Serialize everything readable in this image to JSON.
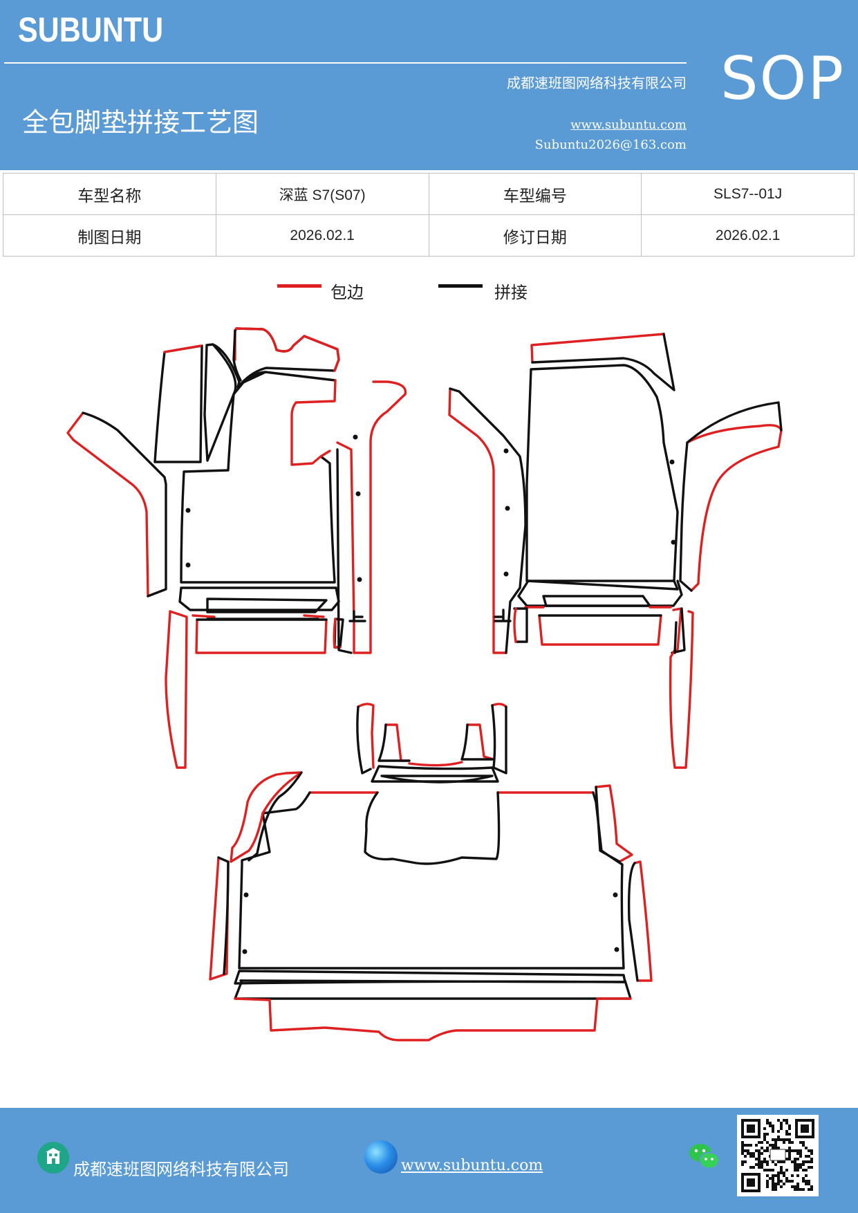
{
  "header": {
    "brand": "SUBUNTU",
    "company": "成都速班图网络科技有限公司",
    "website": "www.subuntu.com",
    "email": "Subuntu2026@163.com",
    "title": "全包脚垫拼接工艺图",
    "sop": "SOP"
  },
  "info": {
    "model_name_label": "车型名称",
    "model_name_value": "深蓝 S7(S07)",
    "model_code_label": "车型编号",
    "model_code_value": "SLS7--01J",
    "draw_date_label": "制图日期",
    "draw_date_value": "2026.02.1",
    "revise_date_label": "修订日期",
    "revise_date_value": "2026.02.1"
  },
  "legend": {
    "edge_label": "包边",
    "edge_color": "#e02020",
    "seam_label": "拼接",
    "seam_color": "#111111"
  },
  "footer": {
    "company": "成都速班图网络科技有限公司",
    "website": "www.subuntu.com",
    "building_icon": "building-icon",
    "globe_icon": "globe-icon",
    "wechat_icon": "wechat-icon",
    "qr_icon": "qr-code"
  }
}
